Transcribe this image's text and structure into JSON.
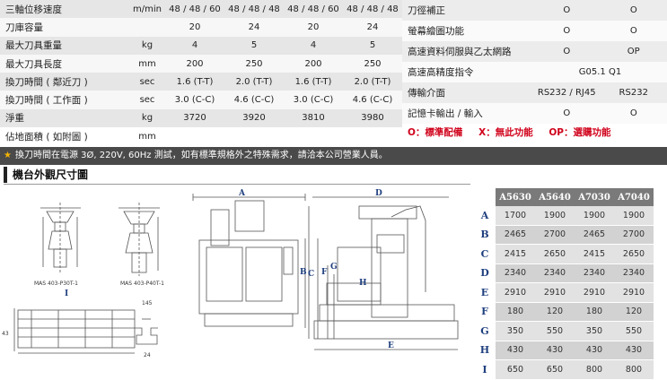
{
  "spec_rows": [
    {
      "label": "三軸位移速度",
      "unit": "m/min",
      "values": [
        "48 / 48 / 60",
        "48 / 48 / 48",
        "48 / 48 / 60",
        "48 / 48 / 48"
      ]
    },
    {
      "label": "刀庫容量",
      "unit": "",
      "values": [
        "20",
        "24",
        "20",
        "24"
      ]
    },
    {
      "label": "最大刀具重量",
      "unit": "kg",
      "values": [
        "4",
        "5",
        "4",
        "5"
      ]
    },
    {
      "label": "最大刀具長度",
      "unit": "mm",
      "values": [
        "200",
        "250",
        "200",
        "250"
      ]
    },
    {
      "label": "換刀時間 ( 鄰近刀 )",
      "unit": "sec",
      "values": [
        "1.6 (T-T)",
        "2.0 (T-T)",
        "1.6 (T-T)",
        "2.0 (T-T)"
      ]
    },
    {
      "label": "換刀時間 ( 工作面 )",
      "unit": "sec",
      "values": [
        "3.0 (C-C)",
        "4.6 (C-C)",
        "3.0 (C-C)",
        "4.6 (C-C)"
      ]
    },
    {
      "label": "淨重",
      "unit": "kg",
      "values": [
        "3720",
        "3920",
        "3810",
        "3980"
      ]
    },
    {
      "label": "佔地面積 ( 如附圖 )",
      "unit": "mm",
      "values": [
        "",
        "",
        "",
        ""
      ]
    }
  ],
  "options": [
    {
      "label": "刀徑補正",
      "v1": "O",
      "v2": "O"
    },
    {
      "label": "螢幕繪圖功能",
      "v1": "O",
      "v2": "O"
    },
    {
      "label": "高速資料伺服與乙太網路",
      "v1": "O",
      "v2": "OP"
    },
    {
      "label": "高速高精度指令",
      "v1": "G05.1 Q1",
      "v2": ""
    },
    {
      "label": "傳輸介面",
      "v1": "RS232 / RJ45",
      "v2": "RS232"
    },
    {
      "label": "記憶卡輸出 / 輸入",
      "v1": "O",
      "v2": "O"
    }
  ],
  "legend": [
    "O：標準配備",
    "X：無此功能",
    "OP：選購功能"
  ],
  "note": "換刀時間在電源 3Ø, 220V, 60Hz 測試，如有標準規格外之特殊需求，請洽本公司營業人員。",
  "section_title": "機台外觀尺寸圖",
  "drawing": {
    "tool1": "MAS 403-P30T-1",
    "tool2": "MAS 403-P40T-1",
    "letters": [
      "A",
      "B",
      "C",
      "D",
      "E",
      "F",
      "G",
      "H",
      "I"
    ],
    "dim_145": "145",
    "dim_24": "24",
    "dim_43": "43"
  },
  "dims": {
    "models": [
      "A5630",
      "A5640",
      "A7030",
      "A7040"
    ],
    "rows": [
      {
        "label": "A",
        "values": [
          "1700",
          "1900",
          "1900",
          "1900"
        ]
      },
      {
        "label": "B",
        "values": [
          "2465",
          "2700",
          "2465",
          "2700"
        ]
      },
      {
        "label": "C",
        "values": [
          "2415",
          "2650",
          "2415",
          "2650"
        ]
      },
      {
        "label": "D",
        "values": [
          "2340",
          "2340",
          "2340",
          "2340"
        ]
      },
      {
        "label": "E",
        "values": [
          "2910",
          "2910",
          "2910",
          "2910"
        ]
      },
      {
        "label": "F",
        "values": [
          "180",
          "120",
          "180",
          "120"
        ]
      },
      {
        "label": "G",
        "values": [
          "350",
          "550",
          "350",
          "550"
        ]
      },
      {
        "label": "H",
        "values": [
          "430",
          "430",
          "430",
          "430"
        ]
      },
      {
        "label": "I",
        "values": [
          "650",
          "650",
          "800",
          "800"
        ]
      }
    ]
  }
}
